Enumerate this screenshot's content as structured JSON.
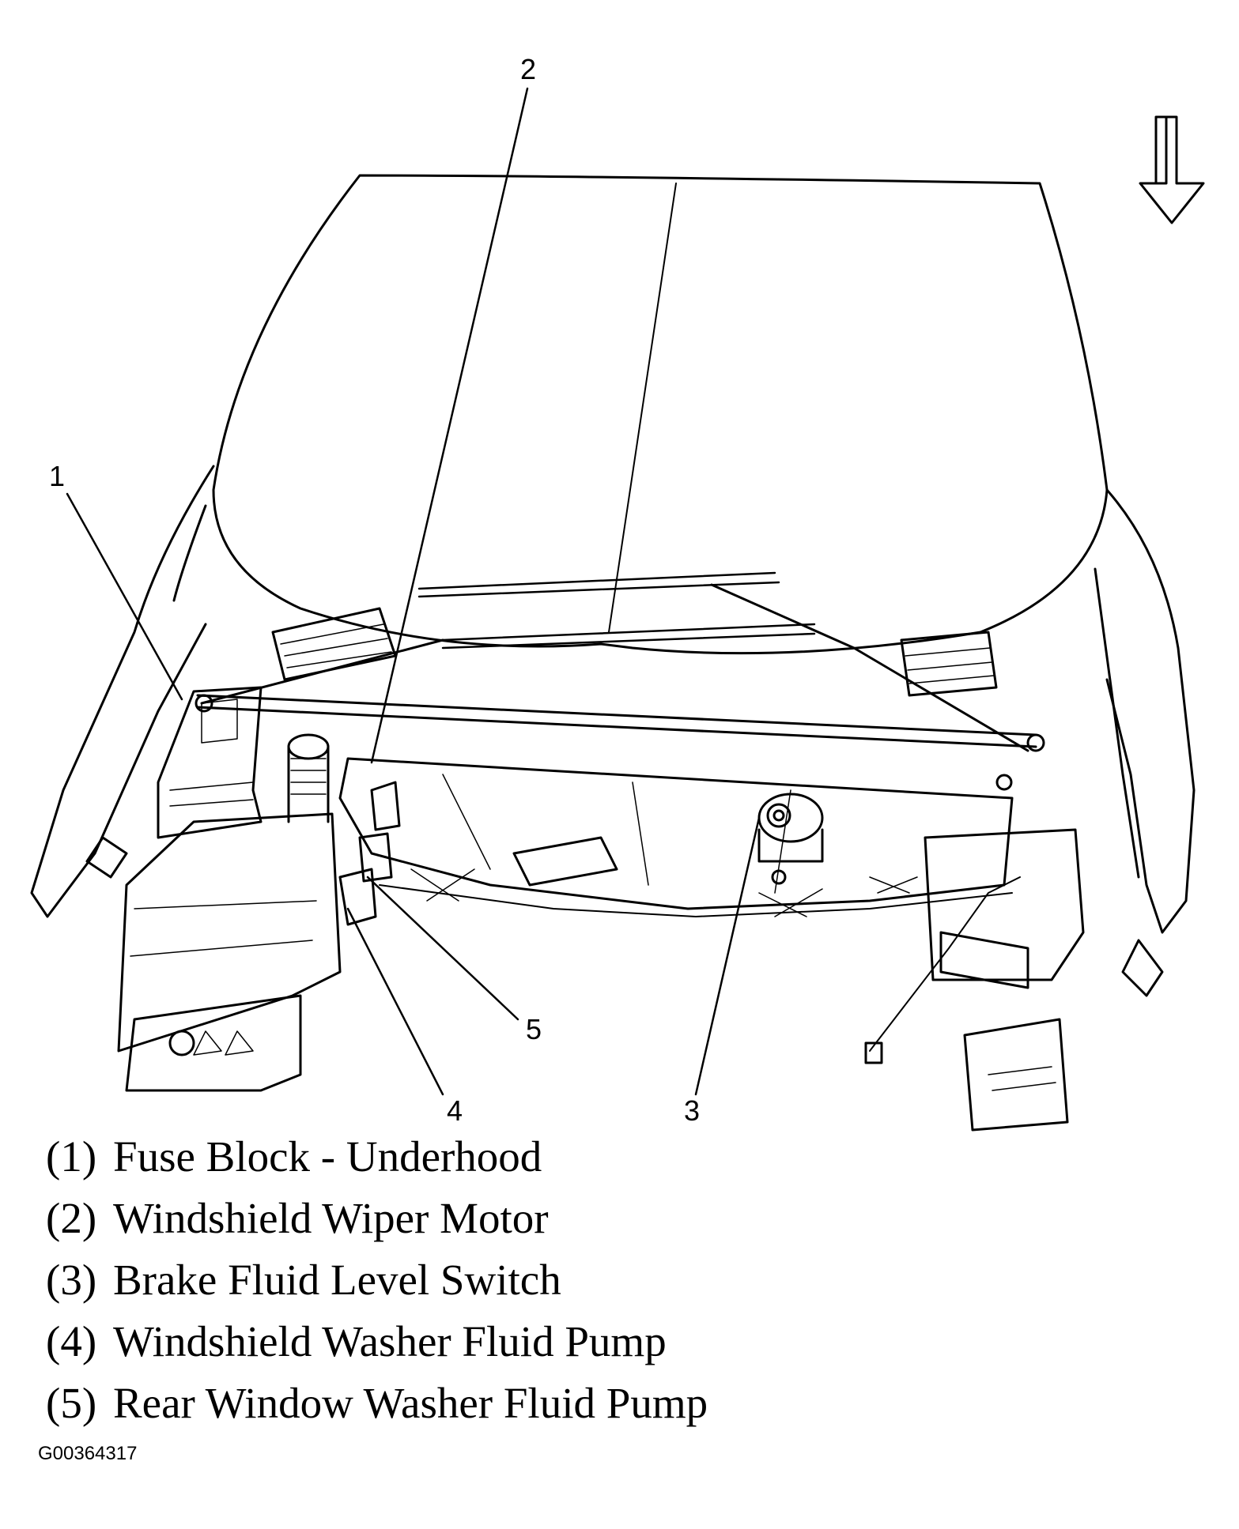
{
  "callouts": [
    "1",
    "2",
    "3",
    "4",
    "5"
  ],
  "legend": [
    {
      "num": "(1)",
      "label": "Fuse Block - Underhood"
    },
    {
      "num": "(2)",
      "label": "Windshield Wiper Motor"
    },
    {
      "num": "(3)",
      "label": "Brake Fluid Level Switch"
    },
    {
      "num": "(4)",
      "label": "Windshield Washer Fluid Pump"
    },
    {
      "num": "(5)",
      "label": "Rear Window Washer Fluid Pump"
    }
  ],
  "figure_id": "G00364317",
  "icons": {
    "direction": "down-arrow-icon"
  }
}
